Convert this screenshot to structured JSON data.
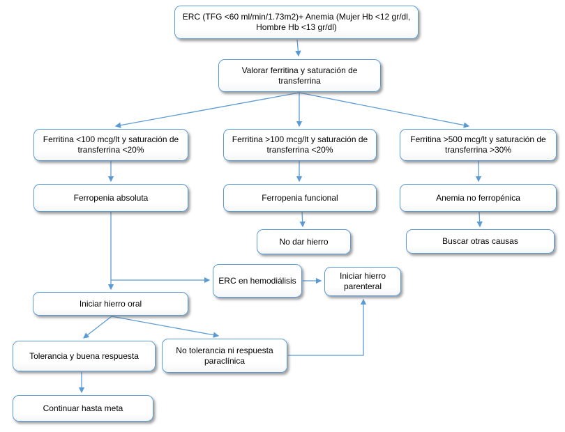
{
  "diagram": {
    "title": "Algoritmo de anemia en ERC (flujograma)",
    "colors": {
      "accent_blue": "#5B9BD5",
      "box_fill": "#FFFFFF",
      "text": "#000000",
      "shadow_gray": "#5F5F5F"
    },
    "nodes": {
      "erc_anemia": {
        "label": "ERC (TFG <60 ml/min/1.73m2)+ Anemia (Mujer Hb <12 gr/dl, Hombre Hb <13 gr/dl)"
      },
      "valorar": {
        "label": "Valorar ferritina y saturación de transferrina"
      },
      "ferritina_lt100": {
        "label": "Ferritina <100 mcg/lt y saturación de transferrina <20%"
      },
      "ferritina_gt100": {
        "label": "Ferritina >100 mcg/lt y saturación de transferrina <20%"
      },
      "ferritina_gt500": {
        "label": "Ferritina >500 mcg/lt y saturación de transferrina >30%"
      },
      "ferropenia_absoluta": {
        "label": "Ferropenia absoluta"
      },
      "ferropenia_funcional": {
        "label": "Ferropenia funcional"
      },
      "anemia_no_ferropenica": {
        "label": "Anemia no ferropénica"
      },
      "no_dar_hierro": {
        "label": "No dar hierro"
      },
      "buscar_otras_causas": {
        "label": "Buscar otras causas"
      },
      "erc_hemodialisis": {
        "label": "ERC en hemodiálisis"
      },
      "iniciar_parenteral": {
        "label": "Iniciar hierro parenteral"
      },
      "iniciar_oral": {
        "label": "Iniciar hierro oral"
      },
      "tolerancia": {
        "label": "Tolerancia y buena respuesta"
      },
      "no_tolerancia": {
        "label": "No tolerancia ni respuesta paraclínica"
      },
      "continuar": {
        "label": "Continuar hasta meta"
      }
    }
  }
}
